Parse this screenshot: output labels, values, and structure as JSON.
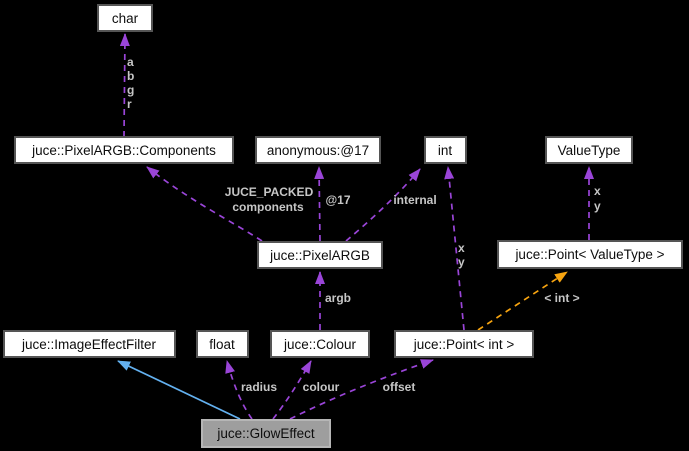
{
  "diagram": {
    "kind": "collaboration-graph",
    "background": "#000000",
    "colors": {
      "node_fill": "#ffffff",
      "node_border": "#555555",
      "node_text": "#0d0d0d",
      "highlight_node_fill": "#9e9e9e",
      "highlight_node_border": "#b6b6b6",
      "usage_edge": "#9a45d8",
      "inheritance_edge": "#63b1f0",
      "template_edge": "#f7a410",
      "edge_label_text": "#c6c6c6"
    },
    "nodes": [
      {
        "id": "char",
        "label": "char",
        "highlighted": false
      },
      {
        "id": "pixelargb-components",
        "label": "juce::PixelARGB::Components",
        "highlighted": false
      },
      {
        "id": "anonymous-17",
        "label": "anonymous:@17",
        "highlighted": false
      },
      {
        "id": "int",
        "label": "int",
        "highlighted": false
      },
      {
        "id": "valuetype",
        "label": "ValueType",
        "highlighted": false
      },
      {
        "id": "pixelargb",
        "label": "juce::PixelARGB",
        "highlighted": false
      },
      {
        "id": "point-valuetype",
        "label": "juce::Point< ValueType >",
        "highlighted": false
      },
      {
        "id": "imageeffectfilter",
        "label": "juce::ImageEffectFilter",
        "highlighted": false
      },
      {
        "id": "float",
        "label": "float",
        "highlighted": false
      },
      {
        "id": "colour",
        "label": "juce::Colour",
        "highlighted": false
      },
      {
        "id": "point-int",
        "label": "juce::Point< int >",
        "highlighted": false
      },
      {
        "id": "gloweffect",
        "label": "juce::GlowEffect",
        "highlighted": true
      }
    ],
    "edges": [
      {
        "from": "juce::PixelARGB::Components",
        "to": "char",
        "type": "usage",
        "label_lines": [
          "a",
          "b",
          "g",
          "r"
        ]
      },
      {
        "from": "juce::PixelARGB",
        "to": "juce::PixelARGB::Components",
        "type": "usage",
        "label_lines": [
          "JUCE_PACKED",
          "components"
        ]
      },
      {
        "from": "juce::PixelARGB",
        "to": "anonymous:@17",
        "type": "usage",
        "label_lines": [
          "@17"
        ]
      },
      {
        "from": "juce::PixelARGB",
        "to": "int",
        "type": "usage",
        "label_lines": [
          "internal"
        ]
      },
      {
        "from": "juce::Point< ValueType >",
        "to": "ValueType",
        "type": "usage",
        "label_lines": [
          "x",
          "y"
        ]
      },
      {
        "from": "juce::Point< int >",
        "to": "int",
        "type": "usage",
        "label_lines": [
          "x",
          "y"
        ]
      },
      {
        "from": "juce::Point< int >",
        "to": "juce::Point< ValueType >",
        "type": "template-instantiation",
        "label_lines": [
          "< int >"
        ]
      },
      {
        "from": "juce::Colour",
        "to": "juce::PixelARGB",
        "type": "usage",
        "label_lines": [
          "argb"
        ]
      },
      {
        "from": "juce::GlowEffect",
        "to": "juce::ImageEffectFilter",
        "type": "inheritance",
        "label_lines": []
      },
      {
        "from": "juce::GlowEffect",
        "to": "float",
        "type": "usage",
        "label_lines": [
          "radius"
        ]
      },
      {
        "from": "juce::GlowEffect",
        "to": "juce::Colour",
        "type": "usage",
        "label_lines": [
          "colour"
        ]
      },
      {
        "from": "juce::GlowEffect",
        "to": "juce::Point< int >",
        "type": "usage",
        "label_lines": [
          "offset"
        ]
      }
    ]
  }
}
